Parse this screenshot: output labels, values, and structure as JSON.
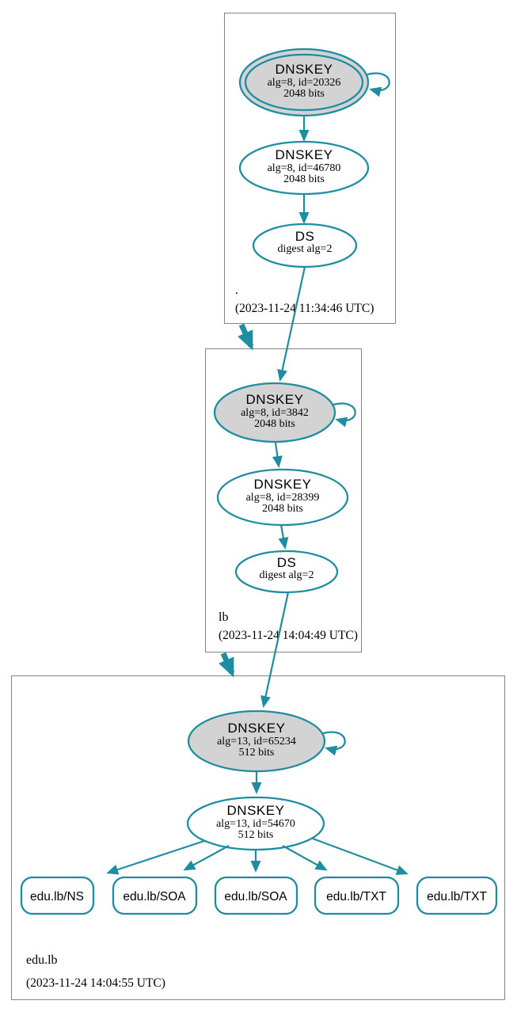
{
  "diagram_type": "dnssec-authentication-chain",
  "colors": {
    "edge": "#1f8da0",
    "ksk_fill": "#d3d3d3",
    "node_fill": "#ffffff",
    "box_border": "#848484",
    "text": "#000000"
  },
  "zones": [
    {
      "label": ".",
      "timestamp": "(2023-11-24 11:34:46 UTC)",
      "ksk": {
        "title": "DNSKEY",
        "detail": "alg=8, id=20326",
        "bits": "2048 bits"
      },
      "zsk": {
        "title": "DNSKEY",
        "detail": "alg=8, id=46780",
        "bits": "2048 bits"
      },
      "ds": {
        "title": "DS",
        "detail": "digest alg=2"
      }
    },
    {
      "label": "lb",
      "timestamp": "(2023-11-24 14:04:49 UTC)",
      "ksk": {
        "title": "DNSKEY",
        "detail": "alg=8, id=3842",
        "bits": "2048 bits"
      },
      "zsk": {
        "title": "DNSKEY",
        "detail": "alg=8, id=28399",
        "bits": "2048 bits"
      },
      "ds": {
        "title": "DS",
        "detail": "digest alg=2"
      }
    },
    {
      "label": "edu.lb",
      "timestamp": "(2023-11-24 14:04:55 UTC)",
      "ksk": {
        "title": "DNSKEY",
        "detail": "alg=13, id=65234",
        "bits": "512 bits"
      },
      "zsk": {
        "title": "DNSKEY",
        "detail": "alg=13, id=54670",
        "bits": "512 bits"
      },
      "rrsets": [
        "edu.lb/NS",
        "edu.lb/SOA",
        "edu.lb/SOA",
        "edu.lb/TXT",
        "edu.lb/TXT"
      ]
    }
  ]
}
